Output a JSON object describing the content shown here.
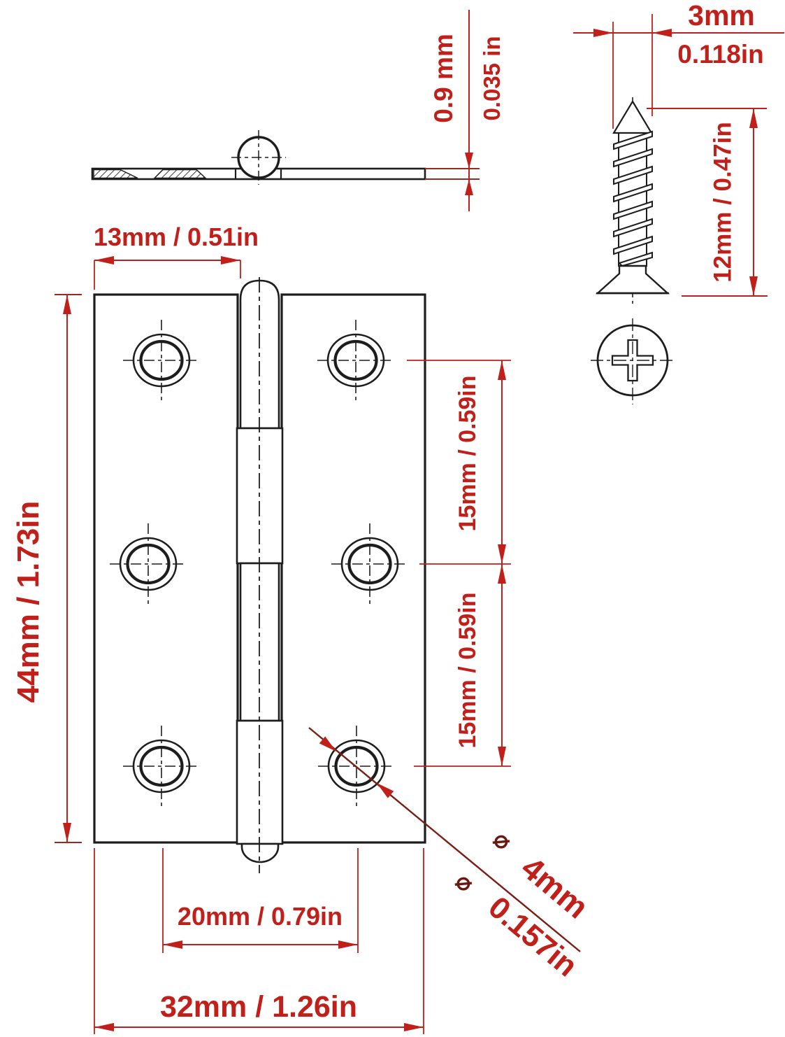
{
  "colors": {
    "red": "#c1201a",
    "dark_red": "#7a1d14",
    "tick_red": "#9b2a20",
    "line": "#1d1d1d"
  },
  "side_view": {
    "thickness_mm": "0.9 mm",
    "thickness_in": "0.035 in"
  },
  "screw": {
    "head_width_mm": "3mm",
    "head_width_in": "0.118in",
    "length_label": "12mm / 0.47in"
  },
  "front_view": {
    "knuckle_width_label": "13mm / 0.51in",
    "height_label": "44mm / 1.73in",
    "hole_spacing_upper_label": "15mm / 0.59in",
    "hole_spacing_lower_label": "15mm / 0.59in",
    "hole_span_label": "20mm / 0.79in",
    "width_label": "32mm / 1.26in",
    "hole_diameter_symbol": "⌀",
    "hole_diameter_mm": "4mm",
    "hole_diameter_in": "0.157in"
  }
}
